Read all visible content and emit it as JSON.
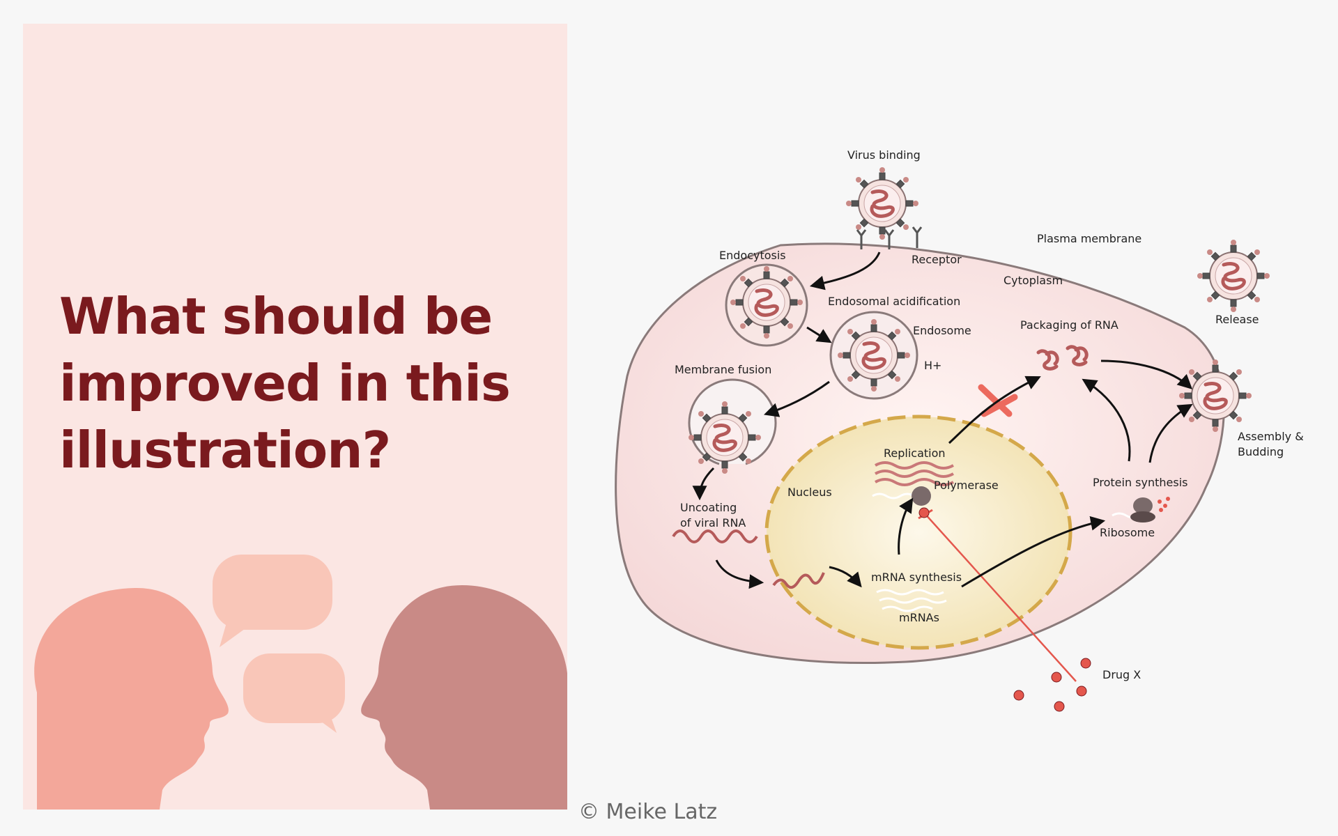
{
  "question": {
    "line1": "What should be",
    "line2": "improved in this",
    "line3": "illustration?"
  },
  "credit": "© Meike Latz",
  "labels": {
    "virus_binding": "Virus binding",
    "receptor": "Receptor",
    "plasma_membrane": "Plasma membrane",
    "endocytosis": "Endocytosis",
    "cytoplasm": "Cytoplasm",
    "endosomal_acidification": "Endosomal acidification",
    "endosome": "Endosome",
    "h_plus": "H+",
    "release": "Release",
    "packaging_of_rna": "Packaging of RNA",
    "membrane_fusion": "Membrane fusion",
    "assembly_line1": "Assembly &",
    "assembly_line2": "Budding",
    "replication": "Replication",
    "polymerase": "Polymerase",
    "nucleus": "Nucleus",
    "protein_synthesis": "Protein synthesis",
    "ribosome": "Ribosome",
    "uncoating_line1": "Uncoating",
    "uncoating_line2": "of viral RNA",
    "mrna_synthesis": "mRNA synthesis",
    "mrnas": "mRNAs",
    "drug_x": "Drug X"
  },
  "colors": {
    "panel_bg": "#fbe6e3",
    "title": "#7a1a1e",
    "cell_membrane": "#8a7a7a",
    "cytoplasm": "#f6dede",
    "nucleus": "#f7eccb",
    "nucleus_border": "#d4a84a",
    "rna": "#b55a5a",
    "drug": "#e4574d",
    "head_left": "#f3a79a",
    "head_right": "#c98a86",
    "bubble": "#f9c6b8"
  }
}
